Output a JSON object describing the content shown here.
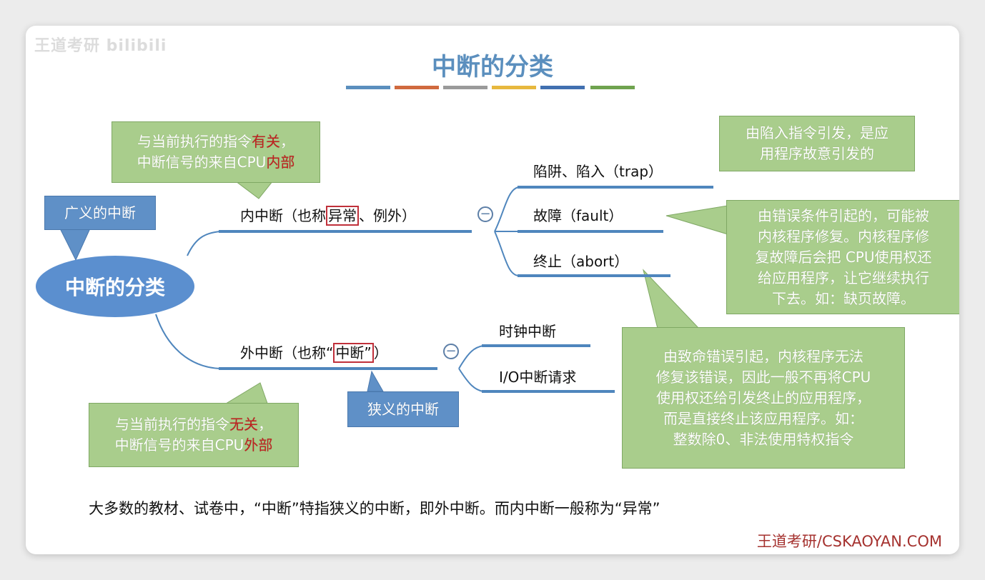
{
  "watermark": "王道考研 bilibili",
  "title": "中断的分类",
  "title_bar_colors": [
    "#5b8fbe",
    "#d06a3e",
    "#9a9a9a",
    "#e7b83e",
    "#4170b0",
    "#6fa34f"
  ],
  "root": "中断的分类",
  "callouts": {
    "broad": "广义的中断",
    "narrow": "狭义的中断",
    "internal_line1_pre": "与当前执行的指令",
    "internal_line1_red": "有关",
    "internal_line1_post": "，",
    "internal_line2_pre": "中断信号的来自CPU",
    "internal_line2_red": "内部",
    "external_line1_pre": "与当前执行的指令",
    "external_line1_red": "无关",
    "external_line1_post": "，",
    "external_line2_pre": "中断信号的来自CPU",
    "external_line2_red": "外部",
    "trap_desc": [
      "由陷入指令引发，是应",
      "用程序故意引发的"
    ],
    "fault_desc": [
      "由错误条件引起的，可能被",
      "内核程序修复。内核程序修",
      "复故障后会把 CPU使用权还",
      "给应用程序，让它继续执行",
      "下去。如：缺页故障。"
    ],
    "abort_desc": [
      "由致命错误引起，内核程序无法",
      "修复该错误，因此一般不再将CPU",
      "使用权还给引发终止的应用程序，",
      "而是直接终止该应用程序。如：",
      "整数除0、非法使用特权指令"
    ]
  },
  "internal": {
    "pre": "内中断（也称",
    "boxed": "异常",
    "post": "、例外）",
    "children": [
      "陷阱、陷入（trap）",
      "故障（fault）",
      "终止（abort）"
    ]
  },
  "external": {
    "pre": "外中断（也称“",
    "boxed": "中断”",
    "post": "）",
    "children": [
      "时钟中断",
      "I/O中断请求"
    ]
  },
  "collapse_symbol": "−",
  "note": "大多数的教材、试卷中，“中断”特指狭义的中断，即外中断。而内中断一般称为“异常”",
  "footer": "王道考研/CSKAOYAN.COM",
  "colors": {
    "green": "#a9cd8c",
    "blue": "#5f90c7",
    "line": "#4f86bd",
    "red": "#c0201f"
  }
}
